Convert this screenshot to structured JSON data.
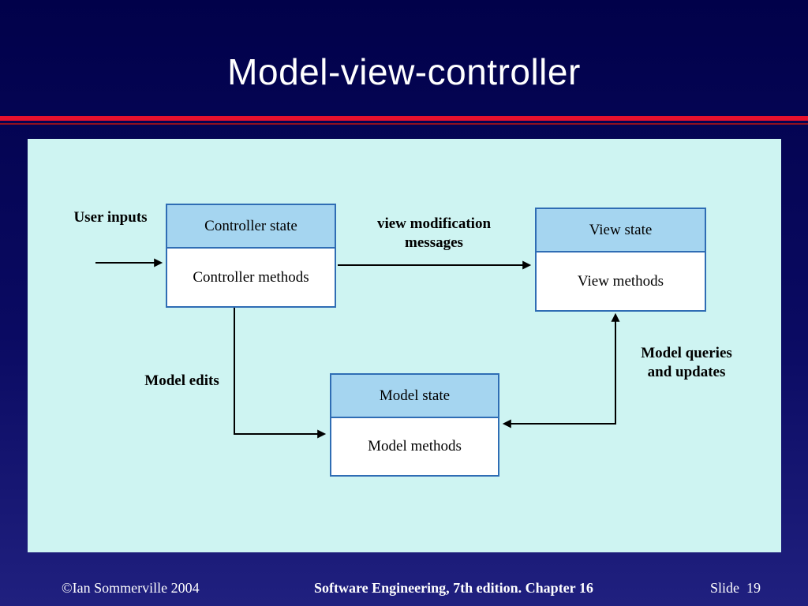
{
  "slide": {
    "title": "Model-view-controller",
    "footer": {
      "left": "©Ian Sommerville 2004",
      "center": "Software Engineering, 7th edition. Chapter 16",
      "right": "Slide  19"
    },
    "colors": {
      "background_top": "#01014a",
      "background_bottom": "#20207f",
      "accent_red": "#e8112d",
      "panel_bg": "#cef4f2",
      "box_header_bg": "#a5d5f0",
      "box_border": "#2f6db4",
      "box_body_bg": "#ffffff",
      "title_text": "#ffffff",
      "diagram_text": "#000000",
      "arrow": "#000000"
    }
  },
  "diagram": {
    "boxes": {
      "controller": {
        "header": "Controller state",
        "body": "Controller methods"
      },
      "view": {
        "header": "View state",
        "body": "View methods"
      },
      "model": {
        "header": "Model state",
        "body": "Model methods"
      }
    },
    "labels": {
      "user_inputs": "User inputs",
      "view_modification": "view modification messages",
      "model_edits": "Model edits",
      "model_queries": "Model queries and updates"
    }
  }
}
